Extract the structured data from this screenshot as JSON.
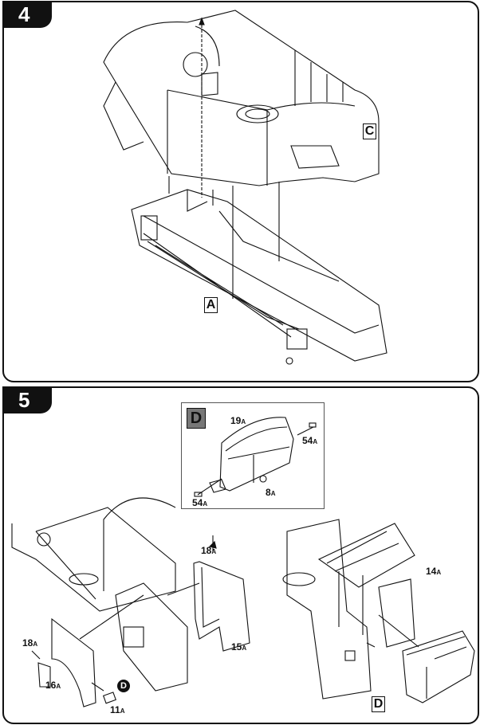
{
  "steps": [
    {
      "number": "4",
      "labels": {
        "part_c": "C",
        "part_a": "A"
      }
    },
    {
      "number": "5",
      "inset": {
        "badge": "D",
        "parts": [
          {
            "num": "19",
            "suffix": "A"
          },
          {
            "num": "54",
            "suffix": "A"
          },
          {
            "num": "8",
            "suffix": "A"
          },
          {
            "num": "54",
            "suffix": "A"
          }
        ]
      },
      "left_parts": [
        {
          "num": "18",
          "suffix": "A"
        },
        {
          "num": "15",
          "suffix": "A"
        },
        {
          "num": "18",
          "suffix": "A"
        },
        {
          "num": "16",
          "suffix": "A"
        },
        {
          "num": "11",
          "suffix": "A"
        }
      ],
      "callout_d": "D",
      "right_parts": [
        {
          "num": "14",
          "suffix": "A"
        }
      ],
      "right_box_label": "D"
    }
  ]
}
